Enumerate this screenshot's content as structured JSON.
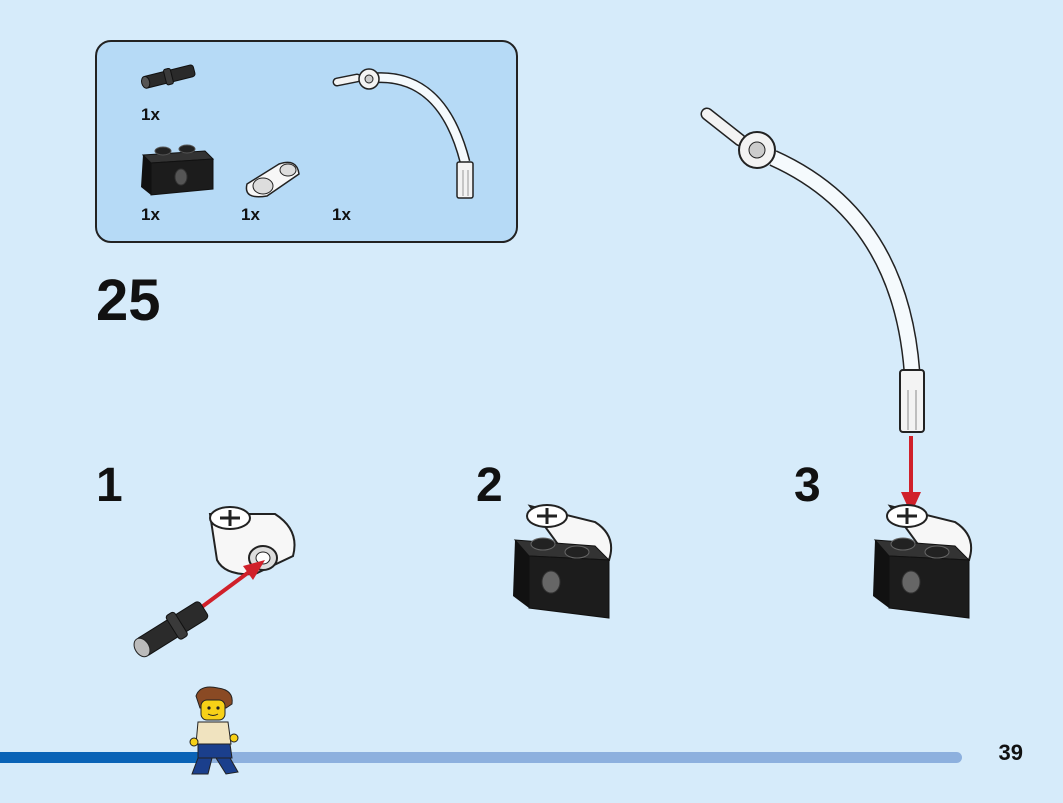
{
  "parts_list": {
    "items": [
      {
        "name": "black-technic-pin",
        "quantity": "1x"
      },
      {
        "name": "black-technic-brick-1x2",
        "quantity": "1x"
      },
      {
        "name": "white-pin-connector",
        "quantity": "1x"
      },
      {
        "name": "white-flexible-tube",
        "quantity": "1x"
      }
    ]
  },
  "step": {
    "number": "25"
  },
  "substeps": [
    {
      "number": "1"
    },
    {
      "number": "2"
    },
    {
      "number": "3"
    }
  ],
  "page": {
    "number": "39"
  },
  "progress": {
    "fraction": 0.21
  },
  "colors": {
    "background": "#d6ebfa",
    "parts_box": "#b6daf6",
    "arrow": "#d0202a",
    "brick": "#1c1c1c",
    "progress_fill": "#0a63b6",
    "progress_track": "#8db0de"
  }
}
